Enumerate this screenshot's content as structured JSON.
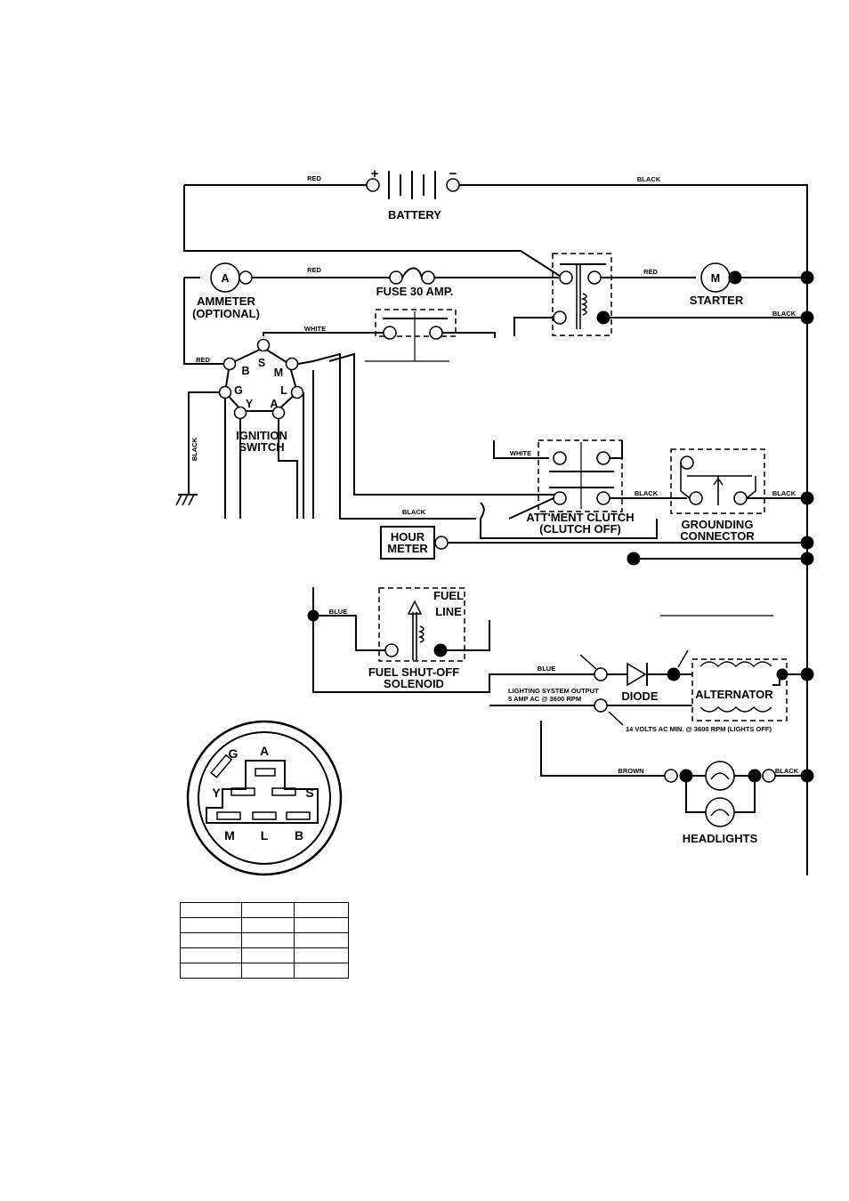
{
  "labels": {
    "battery": "BATTERY",
    "battery_plus": "+",
    "battery_minus": "−",
    "ammeter_symbol": "A",
    "ammeter_line1": "AMMETER",
    "ammeter_line2": "(OPTIONAL)",
    "fuse": "FUSE 30 AMP.",
    "starter_symbol": "M",
    "starter": "STARTER",
    "ignition_line1": "IGNITION",
    "ignition_line2": "SWITCH",
    "attment_line1": "ATT'MENT CLUTCH",
    "attment_line2": "(CLUTCH OFF)",
    "grounding_line1": "GROUNDING",
    "grounding_line2": "CONNECTOR",
    "hour_line1": "HOUR",
    "hour_line2": "METER",
    "fuel_line1": "FUEL",
    "fuel_line2": "LINE",
    "solenoid_line1": "FUEL SHUT-OFF",
    "solenoid_line2": "SOLENOID",
    "diode": "DIODE",
    "alternator": "ALTERNATOR",
    "lighting_line1": "LIGHTING SYSTEM OUTPUT",
    "lighting_line2": "5 AMP AC @ 3600 RPM",
    "volts_note": "14 VOLTS AC MIN. @ 3600 RPM (LIGHTS OFF)",
    "headlights": "HEADLIGHTS"
  },
  "wires": {
    "red": "RED",
    "black": "BLACK",
    "white": "WHITE",
    "blue": "BLUE",
    "brown": "BROWN"
  },
  "ignition_terminals": [
    "B",
    "S",
    "M",
    "G",
    "L",
    "Y",
    "A"
  ],
  "plug_pins": [
    "G",
    "A",
    "Y",
    "S",
    "M",
    "L",
    "B"
  ],
  "table": {
    "rows": [
      [
        "",
        "",
        ""
      ],
      [
        "",
        "",
        ""
      ],
      [
        "",
        "",
        ""
      ],
      [
        "",
        "",
        ""
      ],
      [
        "",
        "",
        ""
      ]
    ]
  }
}
